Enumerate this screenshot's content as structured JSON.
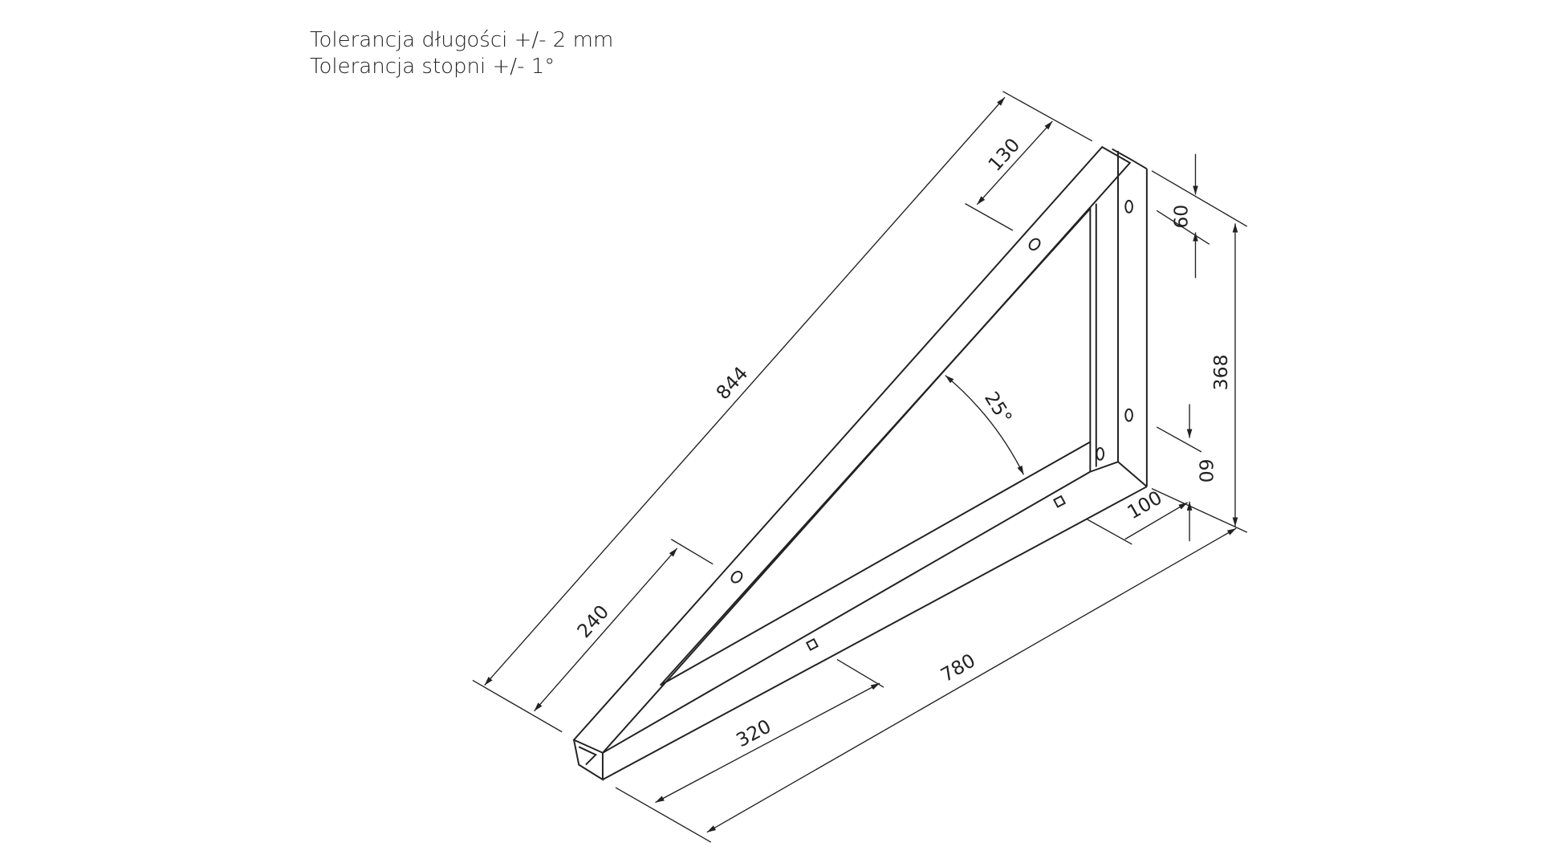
{
  "notes": {
    "length_tolerance": "Tolerancja długości +/- 2 mm",
    "angle_tolerance": "Tolerancja stopni +/- 1°"
  },
  "dimensions": {
    "diagonal_length": "844",
    "top_hole_offset": "130",
    "bottom_hole_offset": "240",
    "base_hole_offset": "320",
    "base_length": "780",
    "profile_width": "100",
    "top_hole_height": "60",
    "height": "368",
    "bottom_hole_height": "60",
    "angle": "25°"
  },
  "colors": {
    "line": "#222222",
    "background": "#ffffff"
  }
}
